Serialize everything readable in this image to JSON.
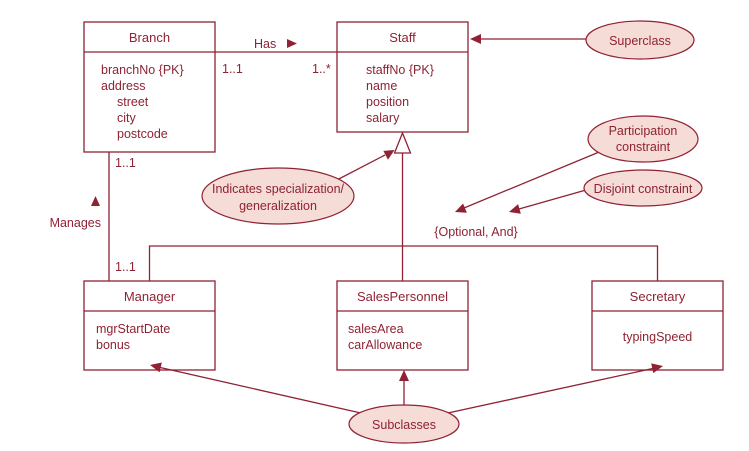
{
  "colors": {
    "ink": "#8f2233",
    "callout_fill": "#f6dcd6"
  },
  "classes": {
    "branch": {
      "name": "Branch",
      "attributes": [
        "branchNo {PK}",
        "address",
        "street",
        "city",
        "postcode"
      ]
    },
    "staff": {
      "name": "Staff",
      "attributes": [
        "staffNo {PK}",
        "name",
        "position",
        "salary"
      ]
    },
    "manager": {
      "name": "Manager",
      "attributes": [
        "mgrStartDate",
        "bonus"
      ]
    },
    "salespersonnel": {
      "name": "SalesPersonnel",
      "attributes": [
        "salesArea",
        "carAllowance"
      ]
    },
    "secretary": {
      "name": "Secretary",
      "attributes": [
        "typingSpeed"
      ]
    }
  },
  "relationships": {
    "has": {
      "label": "Has",
      "mult_branch": "1..1",
      "mult_staff": "1..*"
    },
    "manages": {
      "label": "Manages",
      "mult_branch": "1..1",
      "mult_manager": "1..1"
    }
  },
  "constraint_label": "{Optional, And}",
  "callouts": {
    "superclass": [
      "Superclass"
    ],
    "participation": [
      "Participation",
      "constraint"
    ],
    "disjoint": [
      "Disjoint constraint"
    ],
    "specialization": [
      "Indicates specialization/",
      "generalization"
    ],
    "subclasses": [
      "Subclasses"
    ]
  }
}
